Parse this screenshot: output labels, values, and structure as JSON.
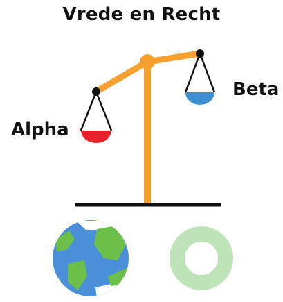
{
  "title": "Vrede en Recht",
  "scale": {
    "left_label": "Alpha",
    "right_label": "Beta",
    "left_pan_color": "#e8222b",
    "right_pan_color": "#3d8fd1",
    "beam_color": "#f7a030",
    "string_color": "#111111",
    "base_color": "#111111"
  },
  "icons": {
    "left": "globe-icon",
    "right": "ring-icon",
    "globe_ocean_color": "#4a90d9",
    "globe_land_color": "#6cc04a",
    "ring_color": "#bfe3b8"
  }
}
